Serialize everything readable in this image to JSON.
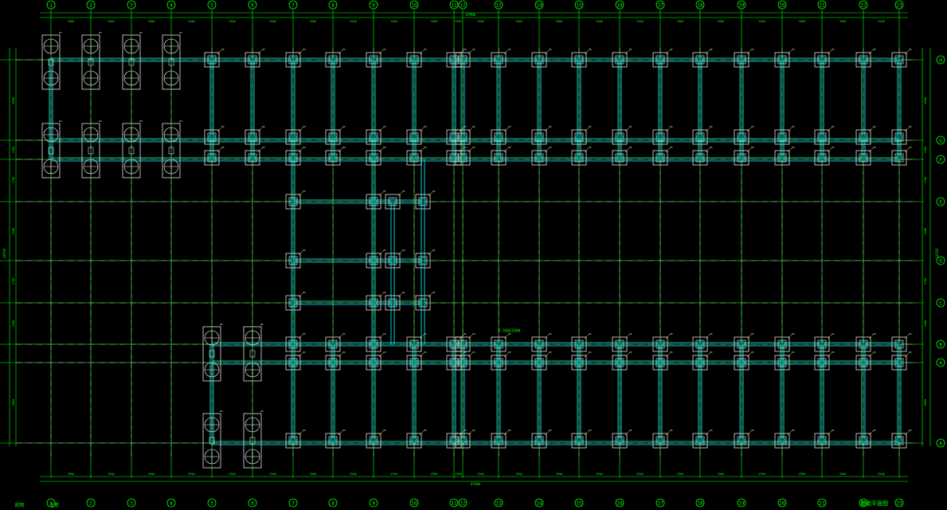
{
  "drawing": {
    "title": "基础平面图",
    "bottom_left_note": "说明",
    "bottom_left_note2": "注意",
    "colors": {
      "background": "#000000",
      "grid_green": "#00ff00",
      "beam_cyan": "#00ffff",
      "footing_white": "#ffffff",
      "axis_dash": "#c8c8c8",
      "label_yellow": "#ffff00"
    }
  },
  "columns": {
    "labels": [
      "1",
      "2",
      "3",
      "4",
      "5",
      "6",
      "7",
      "8",
      "9",
      "10",
      "11",
      "12",
      "13",
      "14",
      "15",
      "16",
      "17",
      "18",
      "19",
      "20",
      "21",
      "22",
      "23"
    ]
  },
  "rows": {
    "labels": [
      "H",
      "G",
      "F",
      "E",
      "D",
      "C",
      "B",
      "A"
    ]
  },
  "dimensions": {
    "top_overall": "87900",
    "bottom_overall": "87900",
    "left_overall": "24700",
    "right_overall": "24700",
    "top_spans": [
      "3900",
      "3900",
      "3900",
      "3900",
      "3900",
      "3900",
      "3900",
      "3900",
      "3900",
      "3900",
      "3900",
      "3900",
      "3900",
      "3900",
      "3900",
      "3900",
      "3900",
      "3900",
      "3900",
      "3900",
      "3900",
      "3900"
    ],
    "side_spans": [
      "6900",
      "2100",
      "2700",
      "3100",
      "2700",
      "2100",
      "6900"
    ],
    "annotation_note": "1-1剖面见结施"
  },
  "footing_tag": "ZJ"
}
